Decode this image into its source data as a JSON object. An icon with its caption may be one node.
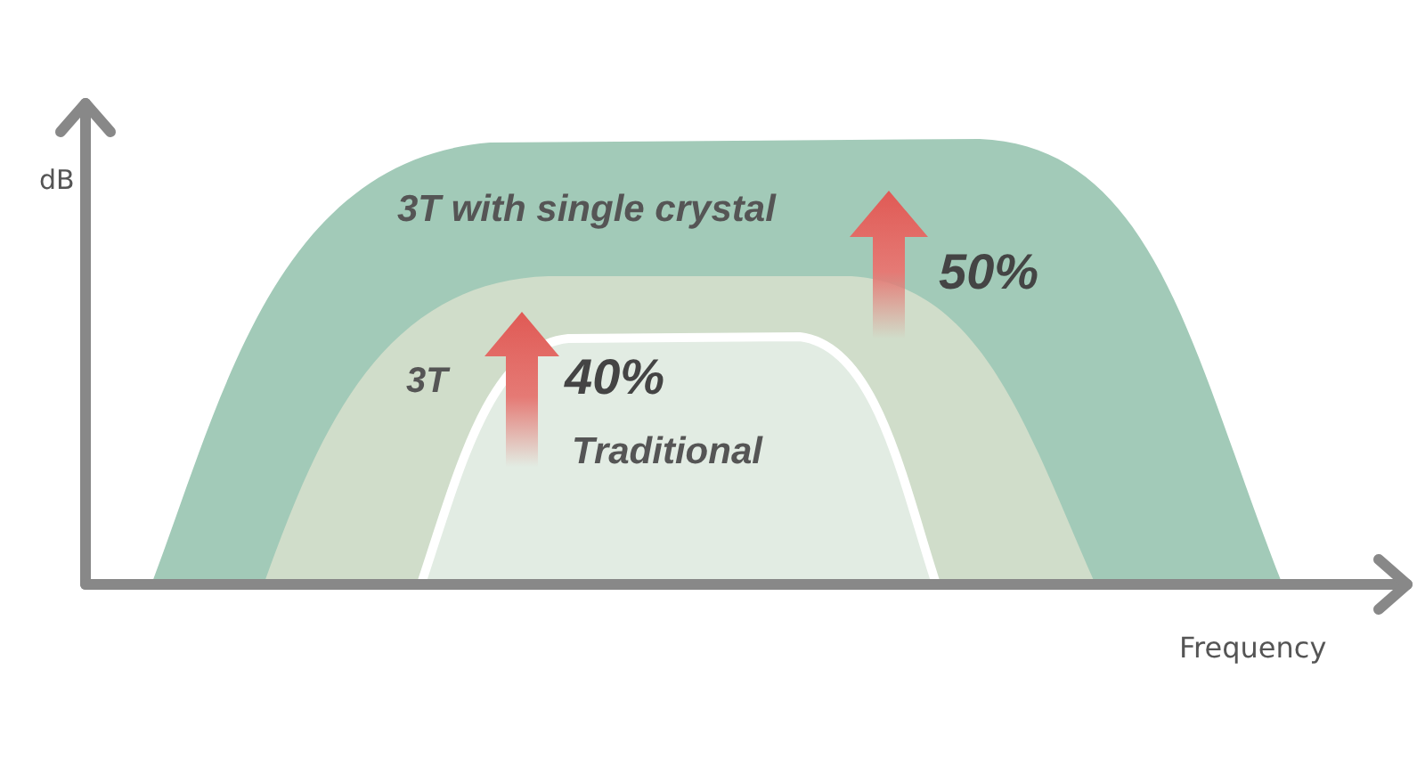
{
  "diagram": {
    "nodes": [
      {
        "text": [
          "3T with single crystal"
        ]
      },
      {
        "text": [
          "3T"
        ],
        "in": 0
      },
      {
        "text": [
          "Traditional"
        ],
        "in": 1
      }
    ],
    "labels": [
      "dB",
      "40%",
      "50%",
      "Frequency"
    ]
  }
}
